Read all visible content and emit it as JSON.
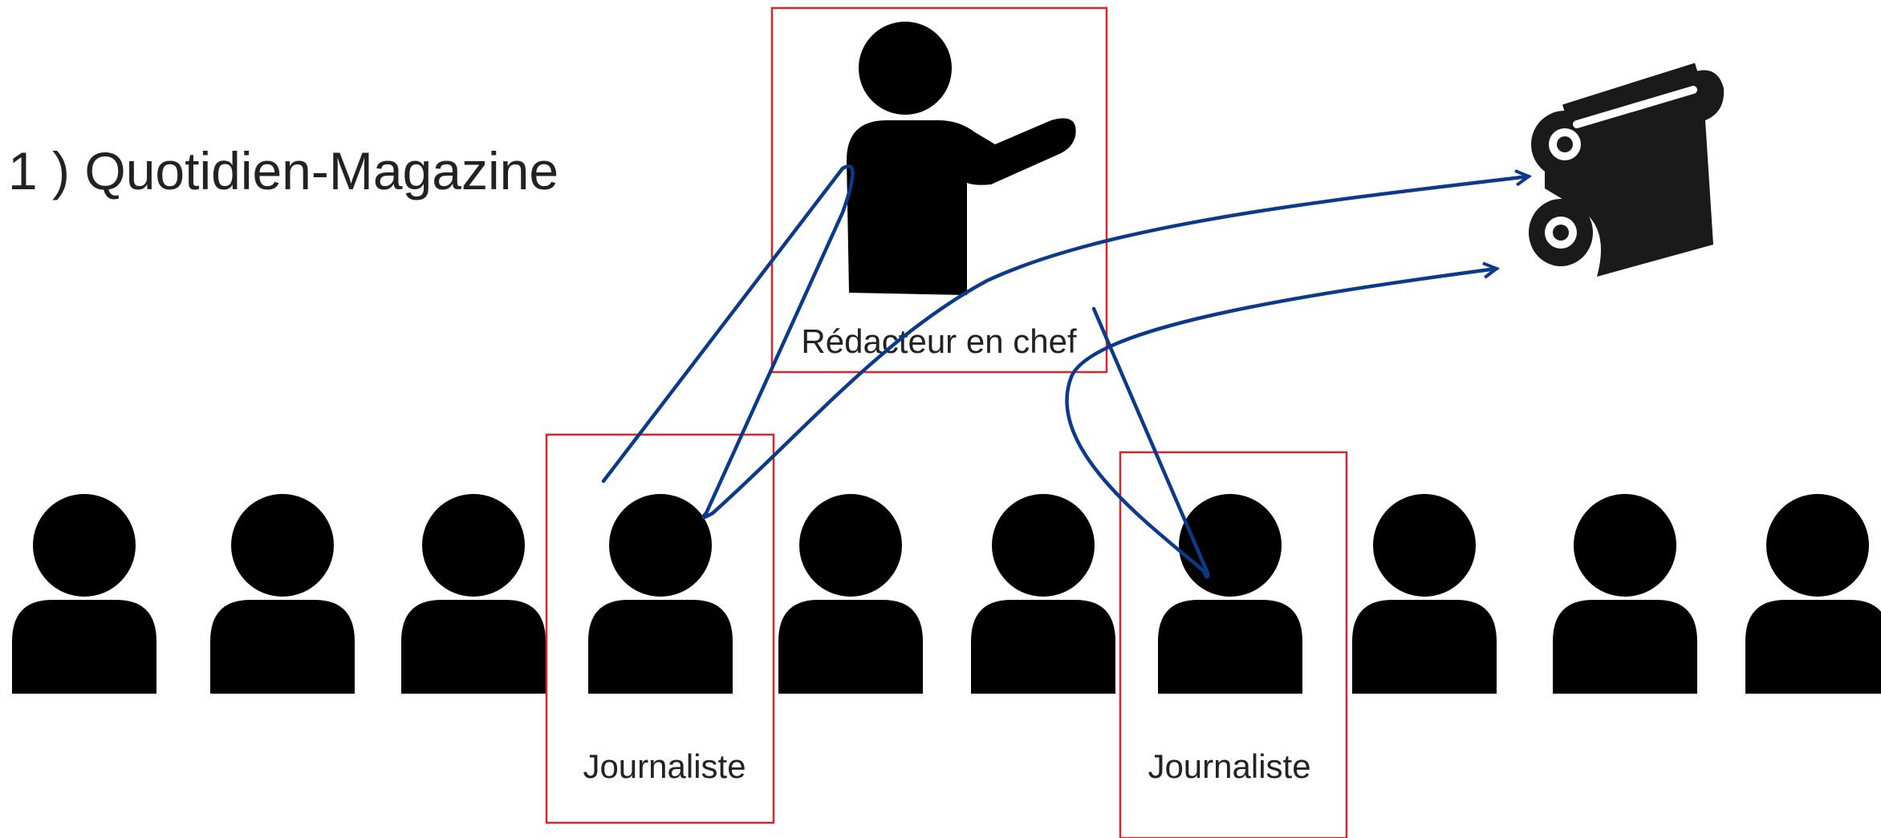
{
  "title": "1 ) Quotidien-Magazine",
  "editor": {
    "label": "Rédacteur en chef",
    "icon": "presenter-icon"
  },
  "journalists": [
    {
      "label": "Journaliste"
    },
    {
      "label": "Journaliste"
    }
  ],
  "output": {
    "icon": "printing-press-roll-icon"
  },
  "person_icon": "person-icon",
  "colors": {
    "box": "#d9262b",
    "arrow": "#0b3a8a",
    "icon": "#000000",
    "text": "#222222"
  }
}
